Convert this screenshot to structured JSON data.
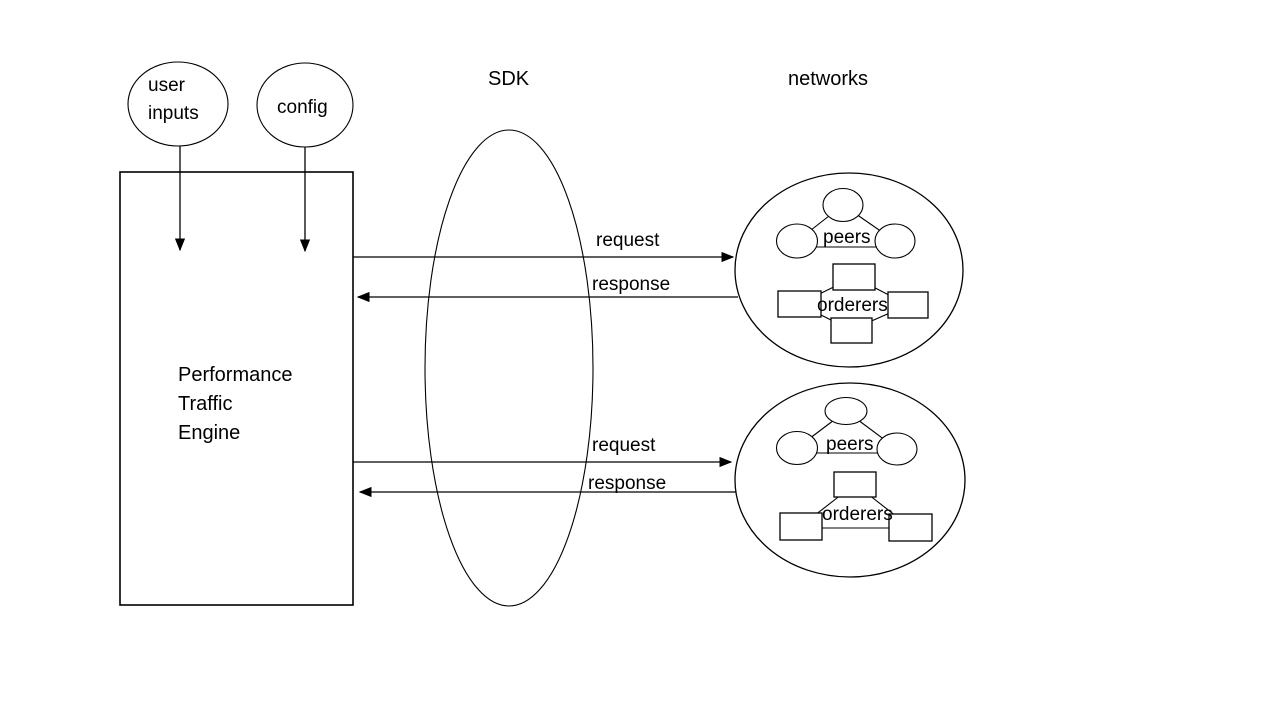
{
  "page": {
    "background": "#ffffff",
    "ink_color": "#000000"
  },
  "diagram": {
    "headers": {
      "sdk": "SDK",
      "networks": "networks"
    },
    "sources": {
      "user_inputs": [
        "user",
        "inputs"
      ],
      "config": "config"
    },
    "engine": {
      "lines": [
        "Performance",
        "Traffic",
        "Engine"
      ]
    },
    "flows": {
      "top": {
        "request": "request",
        "response": "response"
      },
      "bottom": {
        "request": "request",
        "response": "response"
      }
    },
    "networks": [
      {
        "peers": "peers",
        "orderers": "orderers"
      },
      {
        "peers": "peers",
        "orderers": "orderers"
      }
    ]
  }
}
